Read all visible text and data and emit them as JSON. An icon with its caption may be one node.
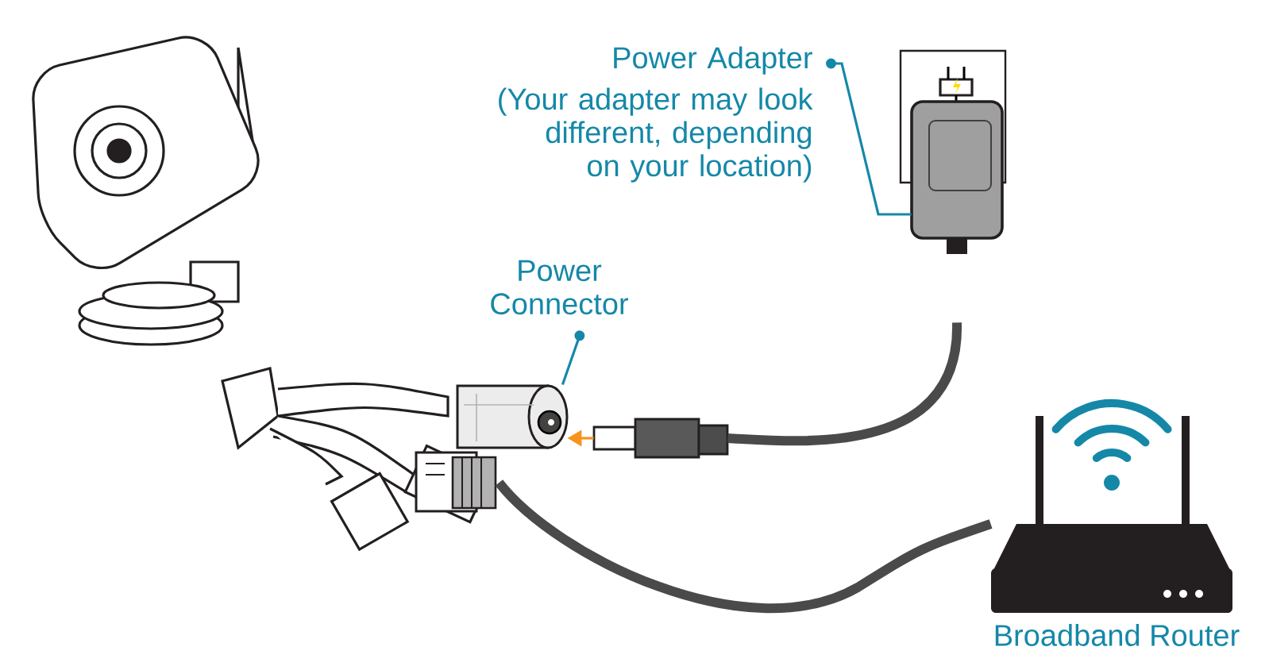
{
  "diagram": {
    "nodes": [
      {
        "text": [
          "Power Adapter",
          "(Your adapter may look different, depending on your location)"
        ]
      },
      {
        "text": [],
        "shape": "picture"
      },
      {
        "text": [
          "Power Connector"
        ]
      },
      {
        "text": [],
        "shape": "picture"
      },
      {
        "text": [],
        "shape": "picture"
      },
      {
        "text": [
          "Broadband Router"
        ]
      },
      {
        "text": [],
        "shape": "picture"
      }
    ],
    "edges": [
      {
        "from": 1,
        "to": 0,
        "arrow": "to",
        "color": "#1588a8"
      },
      {
        "from": 3,
        "to": 2,
        "arrow": "to",
        "color": "#1588a8"
      },
      {
        "from": 1,
        "to": 6,
        "arrow": "none",
        "style": "thick",
        "color": "#4a4a4a"
      },
      {
        "from": 4,
        "to": 5,
        "arrow": "none",
        "style": "thick",
        "color": "#4a4a4a"
      },
      {
        "from": 6,
        "to": 3,
        "arrow": "to",
        "color": "#f7941d"
      }
    ]
  }
}
